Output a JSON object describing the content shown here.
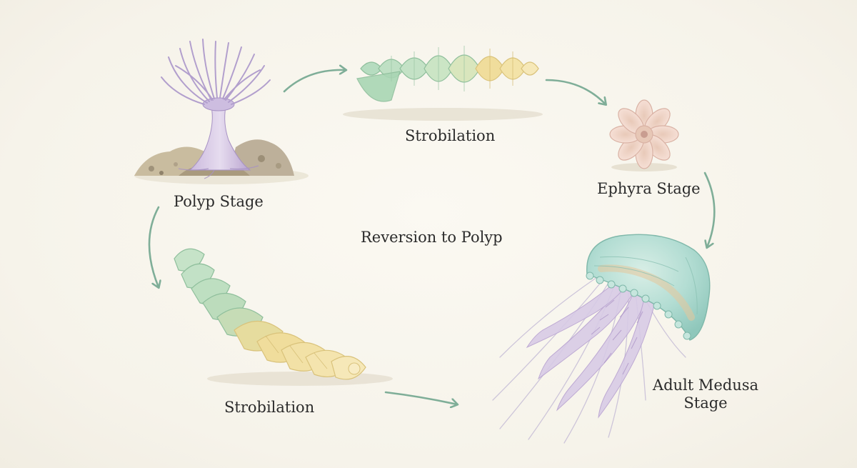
{
  "diagram": {
    "stages": {
      "polyp": "Polyp Stage",
      "strobilation_top": "Strobilation",
      "ephyra": "Ephyra Stage",
      "reversion": "Reversion to Polyp",
      "strobilation_bottom": "Strobilation",
      "medusa_line1": "Adult Medusa",
      "medusa_line2": "Stage"
    },
    "colors": {
      "background": "#f8f5ec",
      "arrow": "#7fae98",
      "polyp": "#b7a3cf",
      "strobila_green": "#b6dcc0",
      "strobila_yellow": "#efdc9e",
      "ephyra": "#f3d6cc",
      "medusa_bell": "#a9d9cf",
      "medusa_tentacles": "#c3b0d6",
      "rock": "#b7a98e"
    },
    "icons": [
      "polyp-illustration",
      "strobila-illustration",
      "ephyra-illustration",
      "medusa-illustration",
      "cycle-arrow"
    ]
  }
}
